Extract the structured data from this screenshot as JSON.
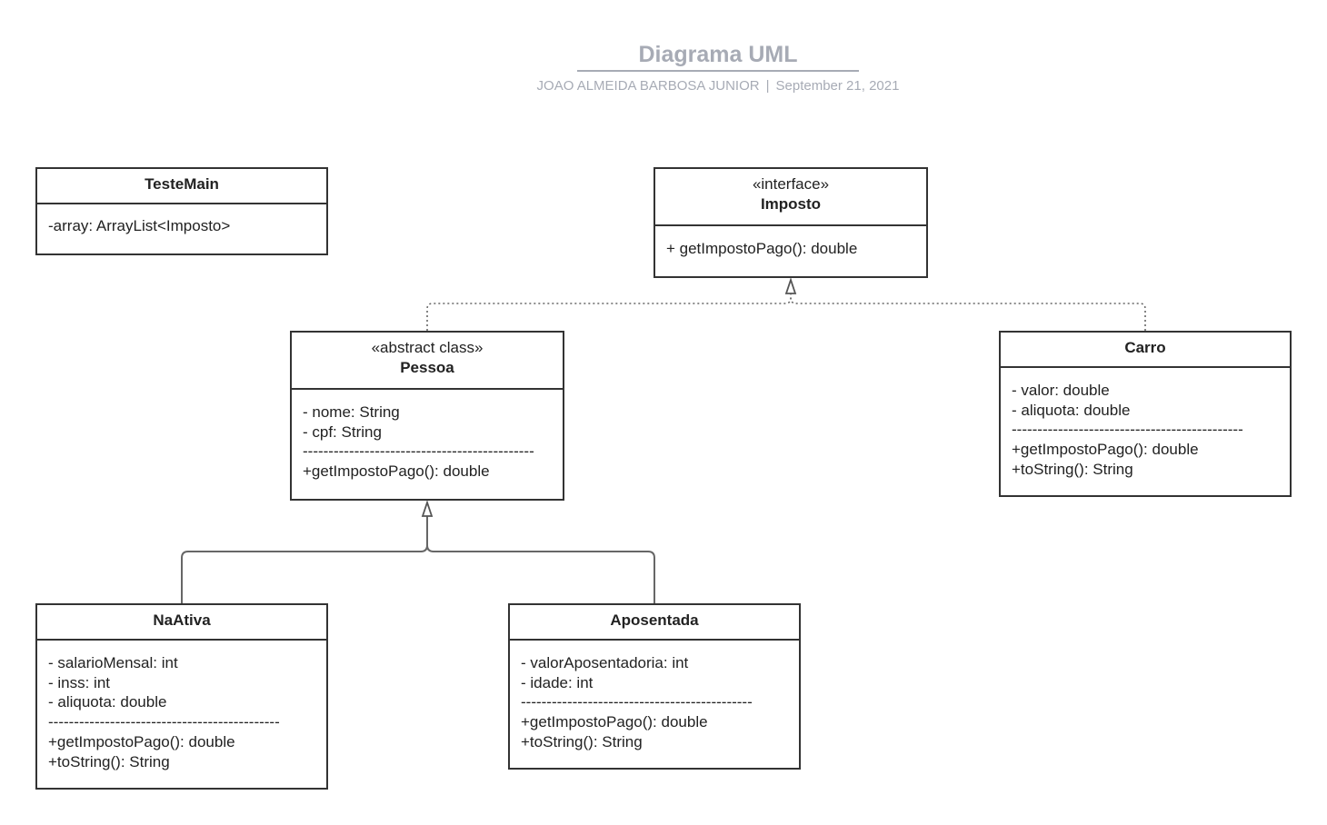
{
  "header": {
    "title": "Diagrama UML",
    "author": "JOAO ALMEIDA BARBOSA JUNIOR",
    "separator": "|",
    "date": "September 21, 2021"
  },
  "classes": {
    "testemain": {
      "name": "TesteMain",
      "attributes": [
        "-array: ArrayList<Imposto>"
      ]
    },
    "imposto": {
      "stereotype": "«interface»",
      "name": "Imposto",
      "methods": [
        "+ getImpostoPago(): double"
      ]
    },
    "pessoa": {
      "stereotype": "«abstract class»",
      "name": "Pessoa",
      "attributes": [
        "- nome: String",
        "- cpf: String"
      ],
      "divider": "---------------------------------------------",
      "methods": [
        "+getImpostoPago(): double"
      ]
    },
    "carro": {
      "name": "Carro",
      "attributes": [
        "- valor: double",
        "- aliquota: double"
      ],
      "divider": "---------------------------------------------",
      "methods": [
        "+getImpostoPago(): double",
        "+toString(): String"
      ]
    },
    "naativa": {
      "name": "NaAtiva",
      "attributes": [
        "- salarioMensal: int",
        "- inss: int",
        "- aliquota: double"
      ],
      "divider": "---------------------------------------------",
      "methods": [
        "+getImpostoPago(): double",
        "+toString(): String"
      ]
    },
    "aposentada": {
      "name": "Aposentada",
      "attributes": [
        "- valorAposentadoria: int",
        "- idade: int"
      ],
      "divider": "---------------------------------------------",
      "methods": [
        "+getImpostoPago(): double",
        "+toString(): String"
      ]
    }
  },
  "relationships": [
    {
      "type": "realization",
      "from": "Pessoa",
      "to": "Imposto"
    },
    {
      "type": "realization",
      "from": "Carro",
      "to": "Imposto"
    },
    {
      "type": "generalization",
      "from": "NaAtiva",
      "to": "Pessoa"
    },
    {
      "type": "generalization",
      "from": "Aposentada",
      "to": "Pessoa"
    }
  ],
  "colors": {
    "border": "#333333",
    "title": "#a7abb5",
    "connector": "#666666"
  }
}
